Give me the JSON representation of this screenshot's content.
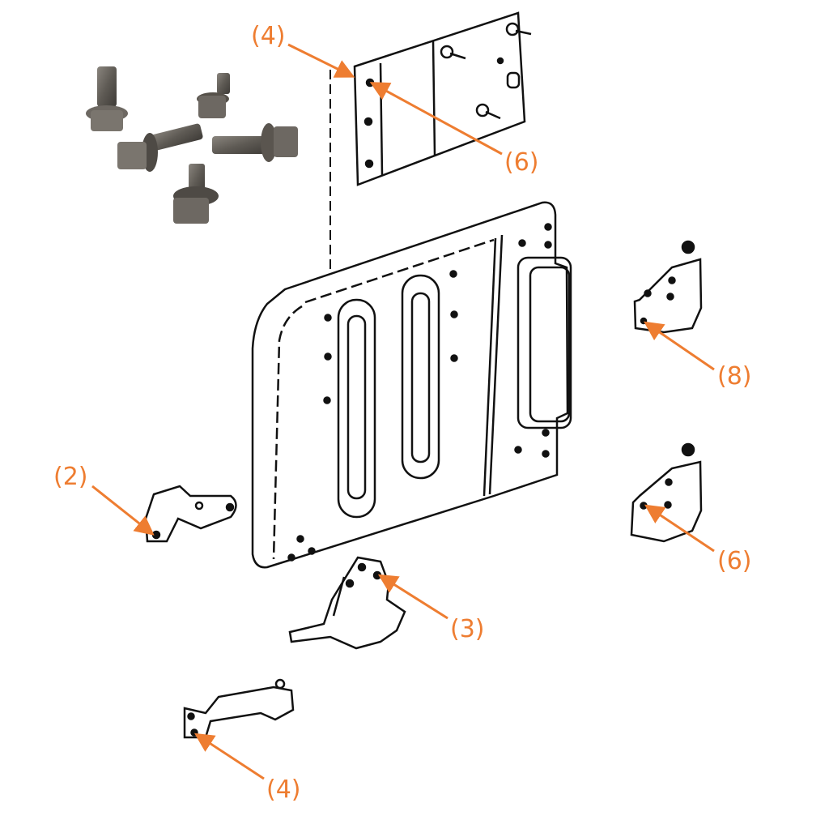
{
  "diagram": {
    "type": "exploded-parts-diagram",
    "accent_color": "#ee7d31",
    "line_color": "#111111",
    "parts": [
      {
        "id": "bolt-photo",
        "name": "Flange bolts with washers (photo)",
        "count_shown": 5
      },
      {
        "id": "top-mounting-plate",
        "name": "Top mounting plate with studs"
      },
      {
        "id": "main-door-panel",
        "name": "Main panel with two slots"
      },
      {
        "id": "left-bracket",
        "name": "Left hinge bracket"
      },
      {
        "id": "lower-latch",
        "name": "Lower latch assembly"
      },
      {
        "id": "bottom-hook-bracket",
        "name": "Bottom hook bracket"
      },
      {
        "id": "upper-right-hinge",
        "name": "Upper right hinge"
      },
      {
        "id": "lower-right-hinge",
        "name": "Lower right hinge"
      }
    ],
    "callouts": [
      {
        "label": "(4)",
        "target": "top-mounting-plate edge"
      },
      {
        "label": "(6)",
        "target": "top-mounting-plate holes"
      },
      {
        "label": "(8)",
        "target": "upper-right-hinge"
      },
      {
        "label": "(2)",
        "target": "left-bracket"
      },
      {
        "label": "(6)",
        "target": "lower-right-hinge"
      },
      {
        "label": "(3)",
        "target": "lower-latch"
      },
      {
        "label": "(4)",
        "target": "bottom-hook-bracket"
      }
    ]
  }
}
